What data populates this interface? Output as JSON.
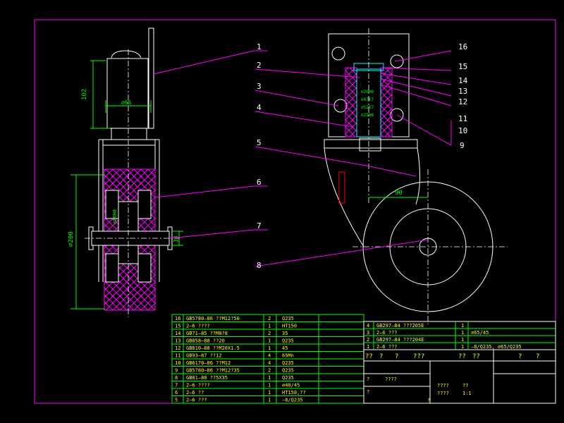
{
  "colors": {
    "background": "#000000",
    "border": "#ff00ff",
    "outline": "#ffffff",
    "dimension": "#00ff00",
    "leader": "#ff00ff",
    "hatch": "#ff00ff",
    "center": "#ffffff",
    "shaft": "#00ffff",
    "table_line": "#00ff00",
    "table_text": "#ffff00",
    "hidden": "#ff0000"
  },
  "callouts": [
    "1",
    "2",
    "3",
    "4",
    "5",
    "6",
    "7",
    "8",
    "9",
    "10",
    "11",
    "12",
    "13",
    "14",
    "15",
    "16"
  ],
  "dimensions": {
    "height_102": "102",
    "dia_65": "⌀65",
    "dia_200": "⌀200",
    "offset_90": "90",
    "width_38": "38",
    "hub": "⌀26H8",
    "sec1": "⌀20H8",
    "sec2": "⌀47K7",
    "sec3": "⌀52K7",
    "sec4": "⌀25H8"
  },
  "parts_list": {
    "rows": [
      {
        "no": "16",
        "code": "GB5780—86 ??M12?50",
        "qty": "2",
        "mat": "Q235"
      },
      {
        "no": "15",
        "code": "2—6 ????",
        "qty": "1",
        "mat": "HT150"
      },
      {
        "no": "14",
        "code": "GB71—85 ??M8?8",
        "qty": "2",
        "mat": "35"
      },
      {
        "no": "13",
        "code": "GB858—88 ??20",
        "qty": "1",
        "mat": "Q235"
      },
      {
        "no": "12",
        "code": "GB810—88 ??M20X1.5",
        "qty": "1",
        "mat": "45"
      },
      {
        "no": "11",
        "code": "GB93—87 ??12",
        "qty": "4",
        "mat": "65Mn"
      },
      {
        "no": "10",
        "code": "GB6170—86 ??M12",
        "qty": "4",
        "mat": "Q235"
      },
      {
        "no": "9",
        "code": "GB5780—86 ??M12?35",
        "qty": "2",
        "mat": "Q235"
      },
      {
        "no": "8",
        "code": "GB81—88 ??5X35",
        "qty": "1",
        "mat": "Q235"
      },
      {
        "no": "7",
        "code": "2—6 ????",
        "qty": "1",
        "mat": "⌀40/45"
      },
      {
        "no": "6",
        "code": "2—6 ??",
        "qty": "1",
        "mat": "HT150,??"
      },
      {
        "no": "5",
        "code": "2—6 ???",
        "qty": "1",
        "mat": "—8/Q235"
      }
    ],
    "right_rows": [
      {
        "no": "4",
        "code": "GB297—84 ???205E",
        "qty": "1",
        "mat": ""
      },
      {
        "no": "3",
        "code": "2—6 ???",
        "qty": "1",
        "mat": "⌀65/45"
      },
      {
        "no": "2",
        "code": "GB297—84 ???204E",
        "qty": "1",
        "mat": ""
      },
      {
        "no": "1",
        "code": "2—6 ???",
        "qty": "1",
        "mat": "—8/Q235, ⌀65/Q235"
      }
    ],
    "header_cells": [
      "??",
      "?",
      "?",
      "???",
      "??",
      "??",
      "?",
      "?"
    ],
    "title_marks": [
      "?",
      "????",
      "????",
      "????",
      "??",
      "1:1",
      "?",
      "?"
    ]
  }
}
